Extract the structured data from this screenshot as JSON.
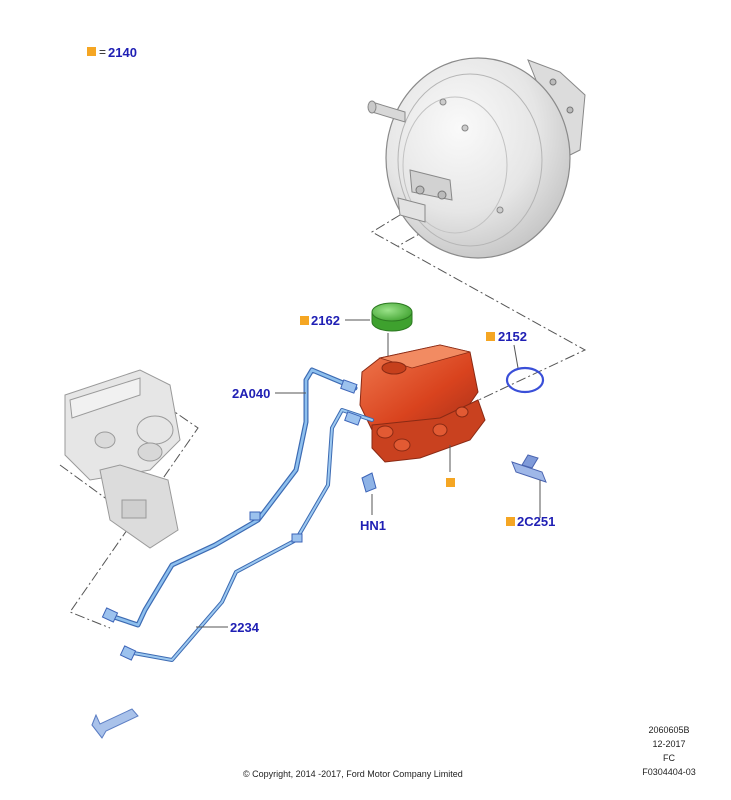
{
  "legend": {
    "equals": "=",
    "part": "2140"
  },
  "labels": {
    "cap": "2162",
    "seal": "2152",
    "line_front": "2A040",
    "line_rear": "2234",
    "clip": "HN1",
    "sensor": "2C251"
  },
  "footer": {
    "copyright": "© Copyright, 2014 -2017, Ford Motor Company Limited",
    "code1": "2060605B",
    "date": "12-2017",
    "code2": "FC",
    "code3": "F0304404-03"
  },
  "colors": {
    "label": "#1f1fb4",
    "marker": "#f5a623",
    "cylinder": "#e0522c",
    "cap": "#5cc24a",
    "brake_line": "#5b9bd5",
    "arrow": "#8fb0de"
  }
}
